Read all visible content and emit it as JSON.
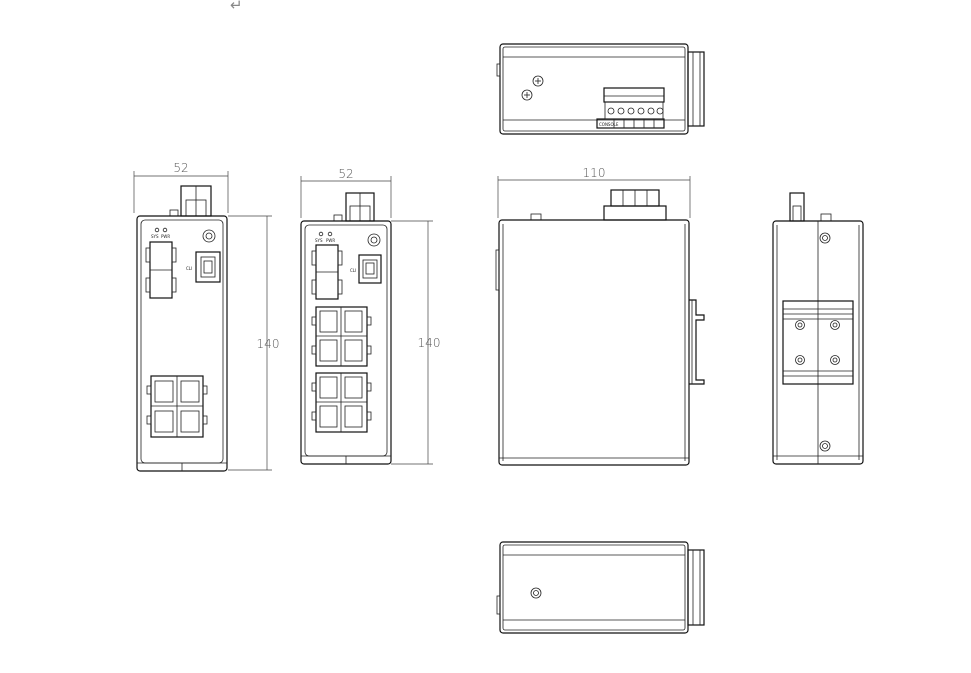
{
  "return_mark": "↵",
  "dimensions": {
    "front_a_width": "52",
    "front_a_height": "140",
    "front_b_width": "52",
    "front_b_height": "140",
    "side_depth": "110"
  },
  "front_a": {
    "led_1": "SYS",
    "led_2": "PWR",
    "port_label": "CLI"
  },
  "front_b": {
    "led_1": "SYS",
    "led_2": "PWR",
    "port_label": "CLI"
  },
  "top_view": {
    "terminal_label": "CONSOLE"
  },
  "views": [
    "top-view",
    "front-view-4port",
    "front-view-8port",
    "side-view",
    "rear-view",
    "bottom-view"
  ]
}
